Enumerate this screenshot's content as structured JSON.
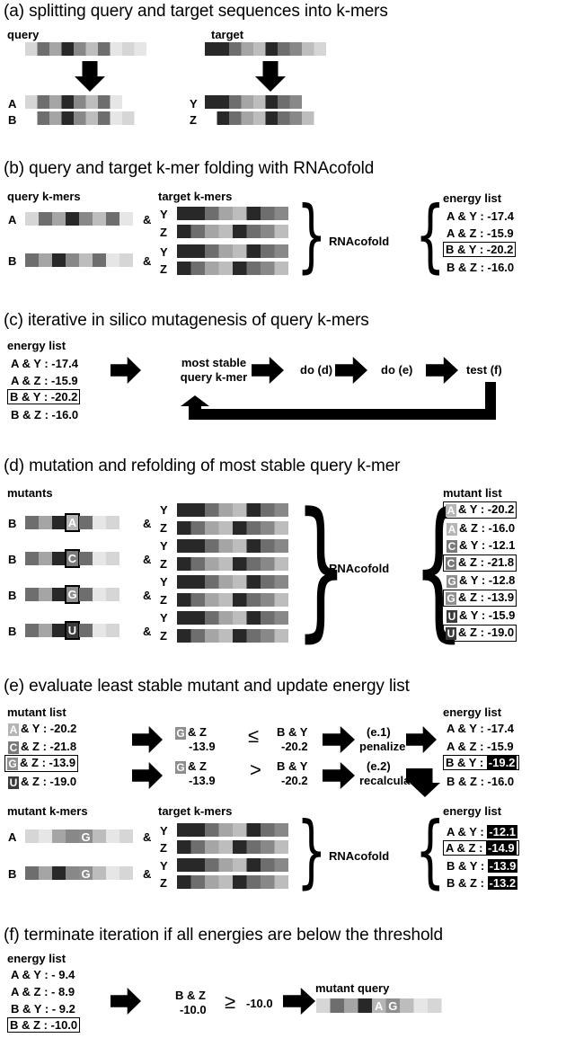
{
  "colors": {
    "q0": "#d6d6d6",
    "q1": "#6e6e6e",
    "q2": "#a5a5a5",
    "q3": "#282828",
    "q4": "#888888",
    "q5": "#bdbdbd",
    "q6": "#e6e6e6"
  },
  "sections": {
    "a": "(a) splitting query and target sequences into k-mers",
    "b": "(b) query and target k-mer folding with RNAcofold",
    "c": "(c) iterative in silico mutagenesis of query k-mers",
    "d": "(d) mutation and refolding of most stable query k-mer",
    "e": "(e) evaluate least stable mutant and update energy list",
    "f": "(f) terminate iteration if all energies are below the threshold"
  },
  "a": {
    "query": "query",
    "target": "target",
    "A": "A",
    "B": "B",
    "Y": "Y",
    "Z": "Z"
  },
  "b": {
    "query_kmers": "query k-mers",
    "target_kmers": "target k-mers",
    "energy_list": "energy list",
    "amp": "&",
    "rnacofold": "RNAcofold",
    "energies": [
      {
        "pair": "A & Y",
        "sep": ":",
        "val": "-17.4"
      },
      {
        "pair": "A & Z",
        "sep": ":",
        "val": "-15.9"
      },
      {
        "pair": "B & Y",
        "sep": ":",
        "val": "-20.2"
      },
      {
        "pair": "B & Z",
        "sep": ":",
        "val": "-16.0"
      }
    ]
  },
  "c": {
    "energy_list": "energy list",
    "energies": [
      {
        "pair": "A & Y",
        "sep": ":",
        "val": "-17.4"
      },
      {
        "pair": "A & Z",
        "sep": ":",
        "val": "-15.9"
      },
      {
        "pair": "B & Y",
        "sep": ":",
        "val": "-20.2"
      },
      {
        "pair": "B & Z",
        "sep": ":",
        "val": "-16.0"
      }
    ],
    "step1_line1": "most stable",
    "step1_line2": "query k-mer",
    "step2": "do (d)",
    "step3": "do (e)",
    "step4": "test (f)"
  },
  "d": {
    "mutants": "mutants",
    "mutant_list": "mutant list",
    "rnacofold": "RNAcofold",
    "B": "B",
    "amp": "&",
    "letters": [
      "A",
      "C",
      "G",
      "U"
    ],
    "list": [
      {
        "letter": "A",
        "pair": "& Y",
        "sep": ":",
        "val": "-20.2"
      },
      {
        "letter": "A",
        "pair": "& Z",
        "sep": ":",
        "val": "-16.0"
      },
      {
        "letter": "C",
        "pair": "& Y",
        "sep": ":",
        "val": "-12.1"
      },
      {
        "letter": "C",
        "pair": "& Z",
        "sep": ":",
        "val": "-21.8"
      },
      {
        "letter": "G",
        "pair": "& Y",
        "sep": ":",
        "val": "-12.8"
      },
      {
        "letter": "G",
        "pair": "& Z",
        "sep": ":",
        "val": "-13.9"
      },
      {
        "letter": "U",
        "pair": "& Y",
        "sep": ":",
        "val": "-15.9"
      },
      {
        "letter": "U",
        "pair": "& Z",
        "sep": ":",
        "val": "-19.0"
      }
    ]
  },
  "e": {
    "mutant_list": "mutant list",
    "list": [
      {
        "letter": "A",
        "pair": "& Y",
        "sep": ":",
        "val": "-20.2"
      },
      {
        "letter": "C",
        "pair": "& Z",
        "sep": ":",
        "val": "-21.8"
      },
      {
        "letter": "G",
        "pair": "& Z",
        "sep": ":",
        "val": "-13.9"
      },
      {
        "letter": "U",
        "pair": "& Z",
        "sep": ":",
        "val": "-19.0"
      }
    ],
    "cmp1": {
      "letter": "G",
      "left": "& Z",
      "left_val": "-13.9",
      "op": "≤",
      "right": "B & Y",
      "right_val": "-20.2",
      "step1": "(e.1)",
      "step2": "penalize"
    },
    "cmp2": {
      "letter": "G",
      "left": "& Z",
      "left_val": "-13.9",
      "op": ">",
      "right": "B & Y",
      "right_val": "-20.2",
      "step1": "(e.2)",
      "step2": "recalculate"
    },
    "energy_list": "energy list",
    "energies1": [
      {
        "pair": "A & Y",
        "sep": ":",
        "val": "-17.4"
      },
      {
        "pair": "A & Z",
        "sep": ":",
        "val": "-15.9"
      },
      {
        "pair": "B & Y",
        "sep": ":",
        "val": "-19.2"
      },
      {
        "pair": "B & Z",
        "sep": ":",
        "val": "-16.0"
      }
    ],
    "mutant_kmers": "mutant k-mers",
    "target_kmers": "target k-mers",
    "rnacofold": "RNAcofold",
    "amp": "&",
    "G": "G",
    "energies2": [
      {
        "pair": "A & Y",
        "sep": ":",
        "val": "-12.1"
      },
      {
        "pair": "A & Z",
        "sep": ":",
        "val": "-14.9"
      },
      {
        "pair": "B & Y",
        "sep": ":",
        "val": "-13.9"
      },
      {
        "pair": "B & Z",
        "sep": ":",
        "val": "-13.2"
      }
    ]
  },
  "f": {
    "energy_list": "energy list",
    "energies": [
      {
        "pair": "A & Y",
        "sep": ":",
        "val": "-  9.4"
      },
      {
        "pair": "A & Z",
        "sep": ":",
        "val": "-  8.9"
      },
      {
        "pair": "B & Y",
        "sep": ":",
        "val": "-  9.2"
      },
      {
        "pair": "B & Z",
        "sep": ":",
        "val": "-10.0"
      }
    ],
    "cmp_left": "B & Z",
    "cmp_left_val": "-10.0",
    "op": "≥",
    "threshold": "-10.0",
    "mutant_query": "mutant query",
    "letters": "AG"
  },
  "labels": {
    "A": "A",
    "B": "B",
    "Y": "Y",
    "Z": "Z"
  }
}
